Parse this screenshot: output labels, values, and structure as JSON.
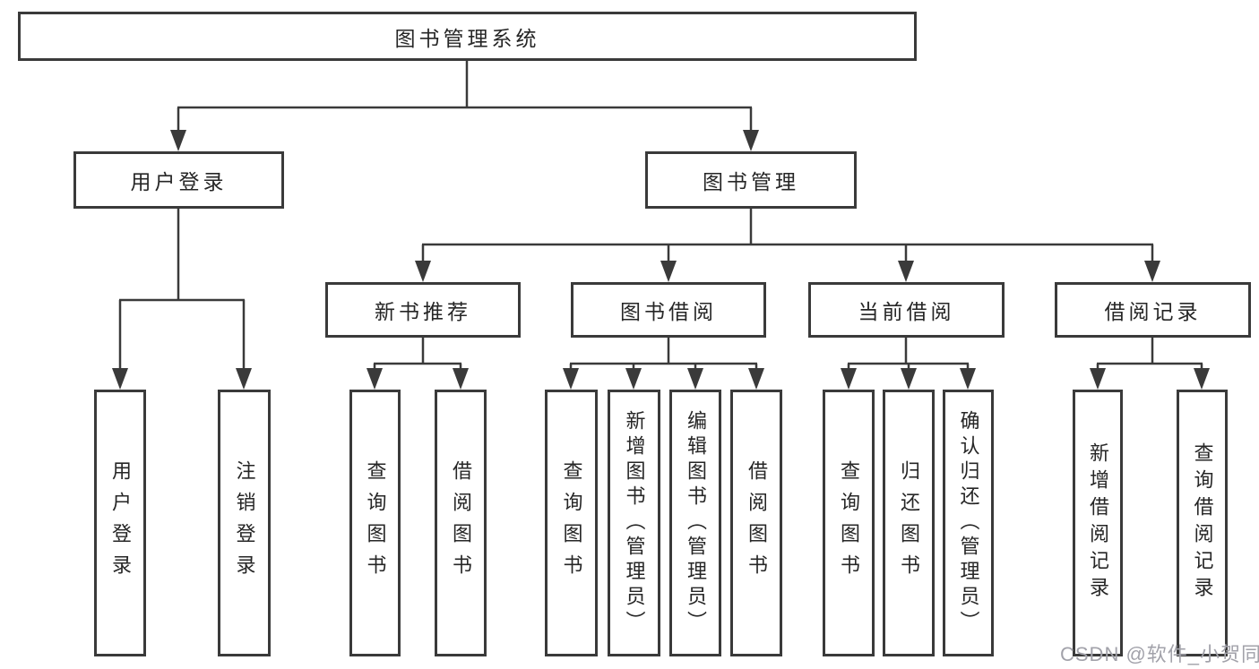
{
  "tree": {
    "label": "图书管理系统",
    "children": [
      {
        "label": "用户登录",
        "children": [
          {
            "label": "用户登录"
          },
          {
            "label": "注销登录"
          }
        ]
      },
      {
        "label": "图书管理",
        "children": [
          {
            "label": "新书推荐",
            "children": [
              {
                "label": "查询图书"
              },
              {
                "label": "借阅图书"
              }
            ]
          },
          {
            "label": "图书借阅",
            "children": [
              {
                "label": "查询图书"
              },
              {
                "label": "新增图书（管理员）"
              },
              {
                "label": "编辑图书（管理员）"
              },
              {
                "label": "借阅图书"
              }
            ]
          },
          {
            "label": "当前借阅",
            "children": [
              {
                "label": "查询图书"
              },
              {
                "label": "归还图书"
              },
              {
                "label": "确认归还（管理员）"
              }
            ]
          },
          {
            "label": "借阅记录",
            "children": [
              {
                "label": "新增借阅记录"
              },
              {
                "label": "查询借阅记录"
              }
            ]
          }
        ]
      }
    ]
  },
  "watermark": {
    "text": "CSDN @软件_小贺同学"
  },
  "colors": {
    "line": "#3a3a3a",
    "box_border": "#3a3a3a",
    "text": "#262626",
    "watermark": "#a2a2aa",
    "background": "#ffffff"
  }
}
